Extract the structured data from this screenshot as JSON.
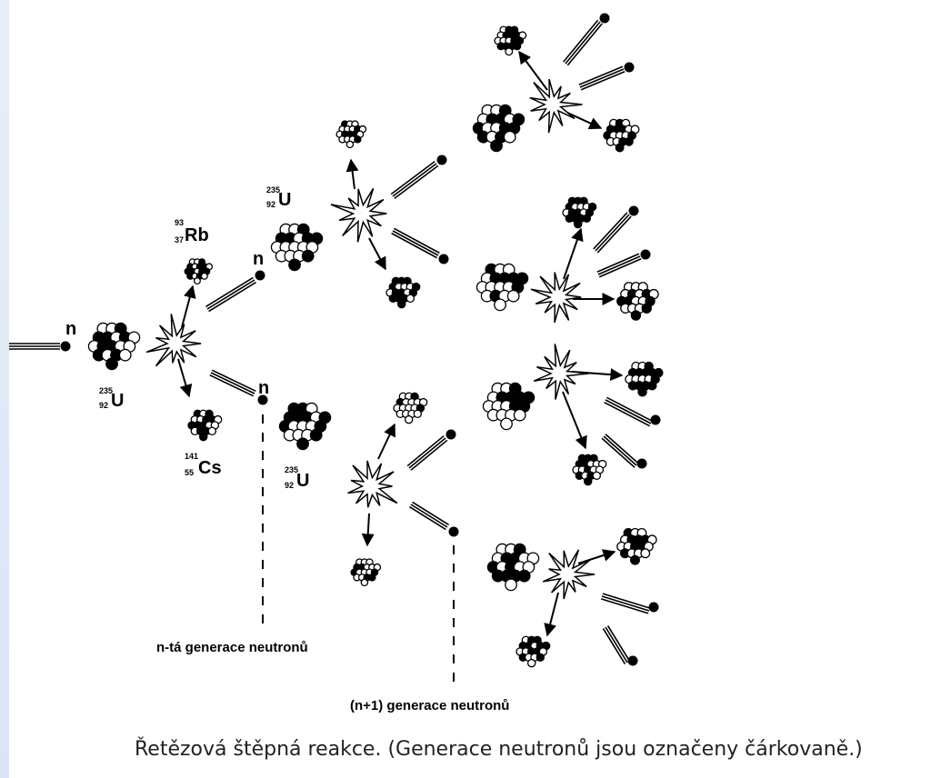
{
  "neutron_label": "n",
  "isotopes": {
    "u235_mass": "235",
    "u235_z": "92",
    "u_symbol": "U",
    "rb_mass": "93",
    "rb_z": "37",
    "rb_symbol": "Rb",
    "cs_mass": "141",
    "cs_z": "55",
    "cs_symbol": "Cs"
  },
  "generations": {
    "nth": "n-tá generace neutronů",
    "next": "(n+1) generace neutronů"
  },
  "caption": "Řetězová štěpná reakce. (Generace neutronů jsou označeny čárkovaně.)"
}
